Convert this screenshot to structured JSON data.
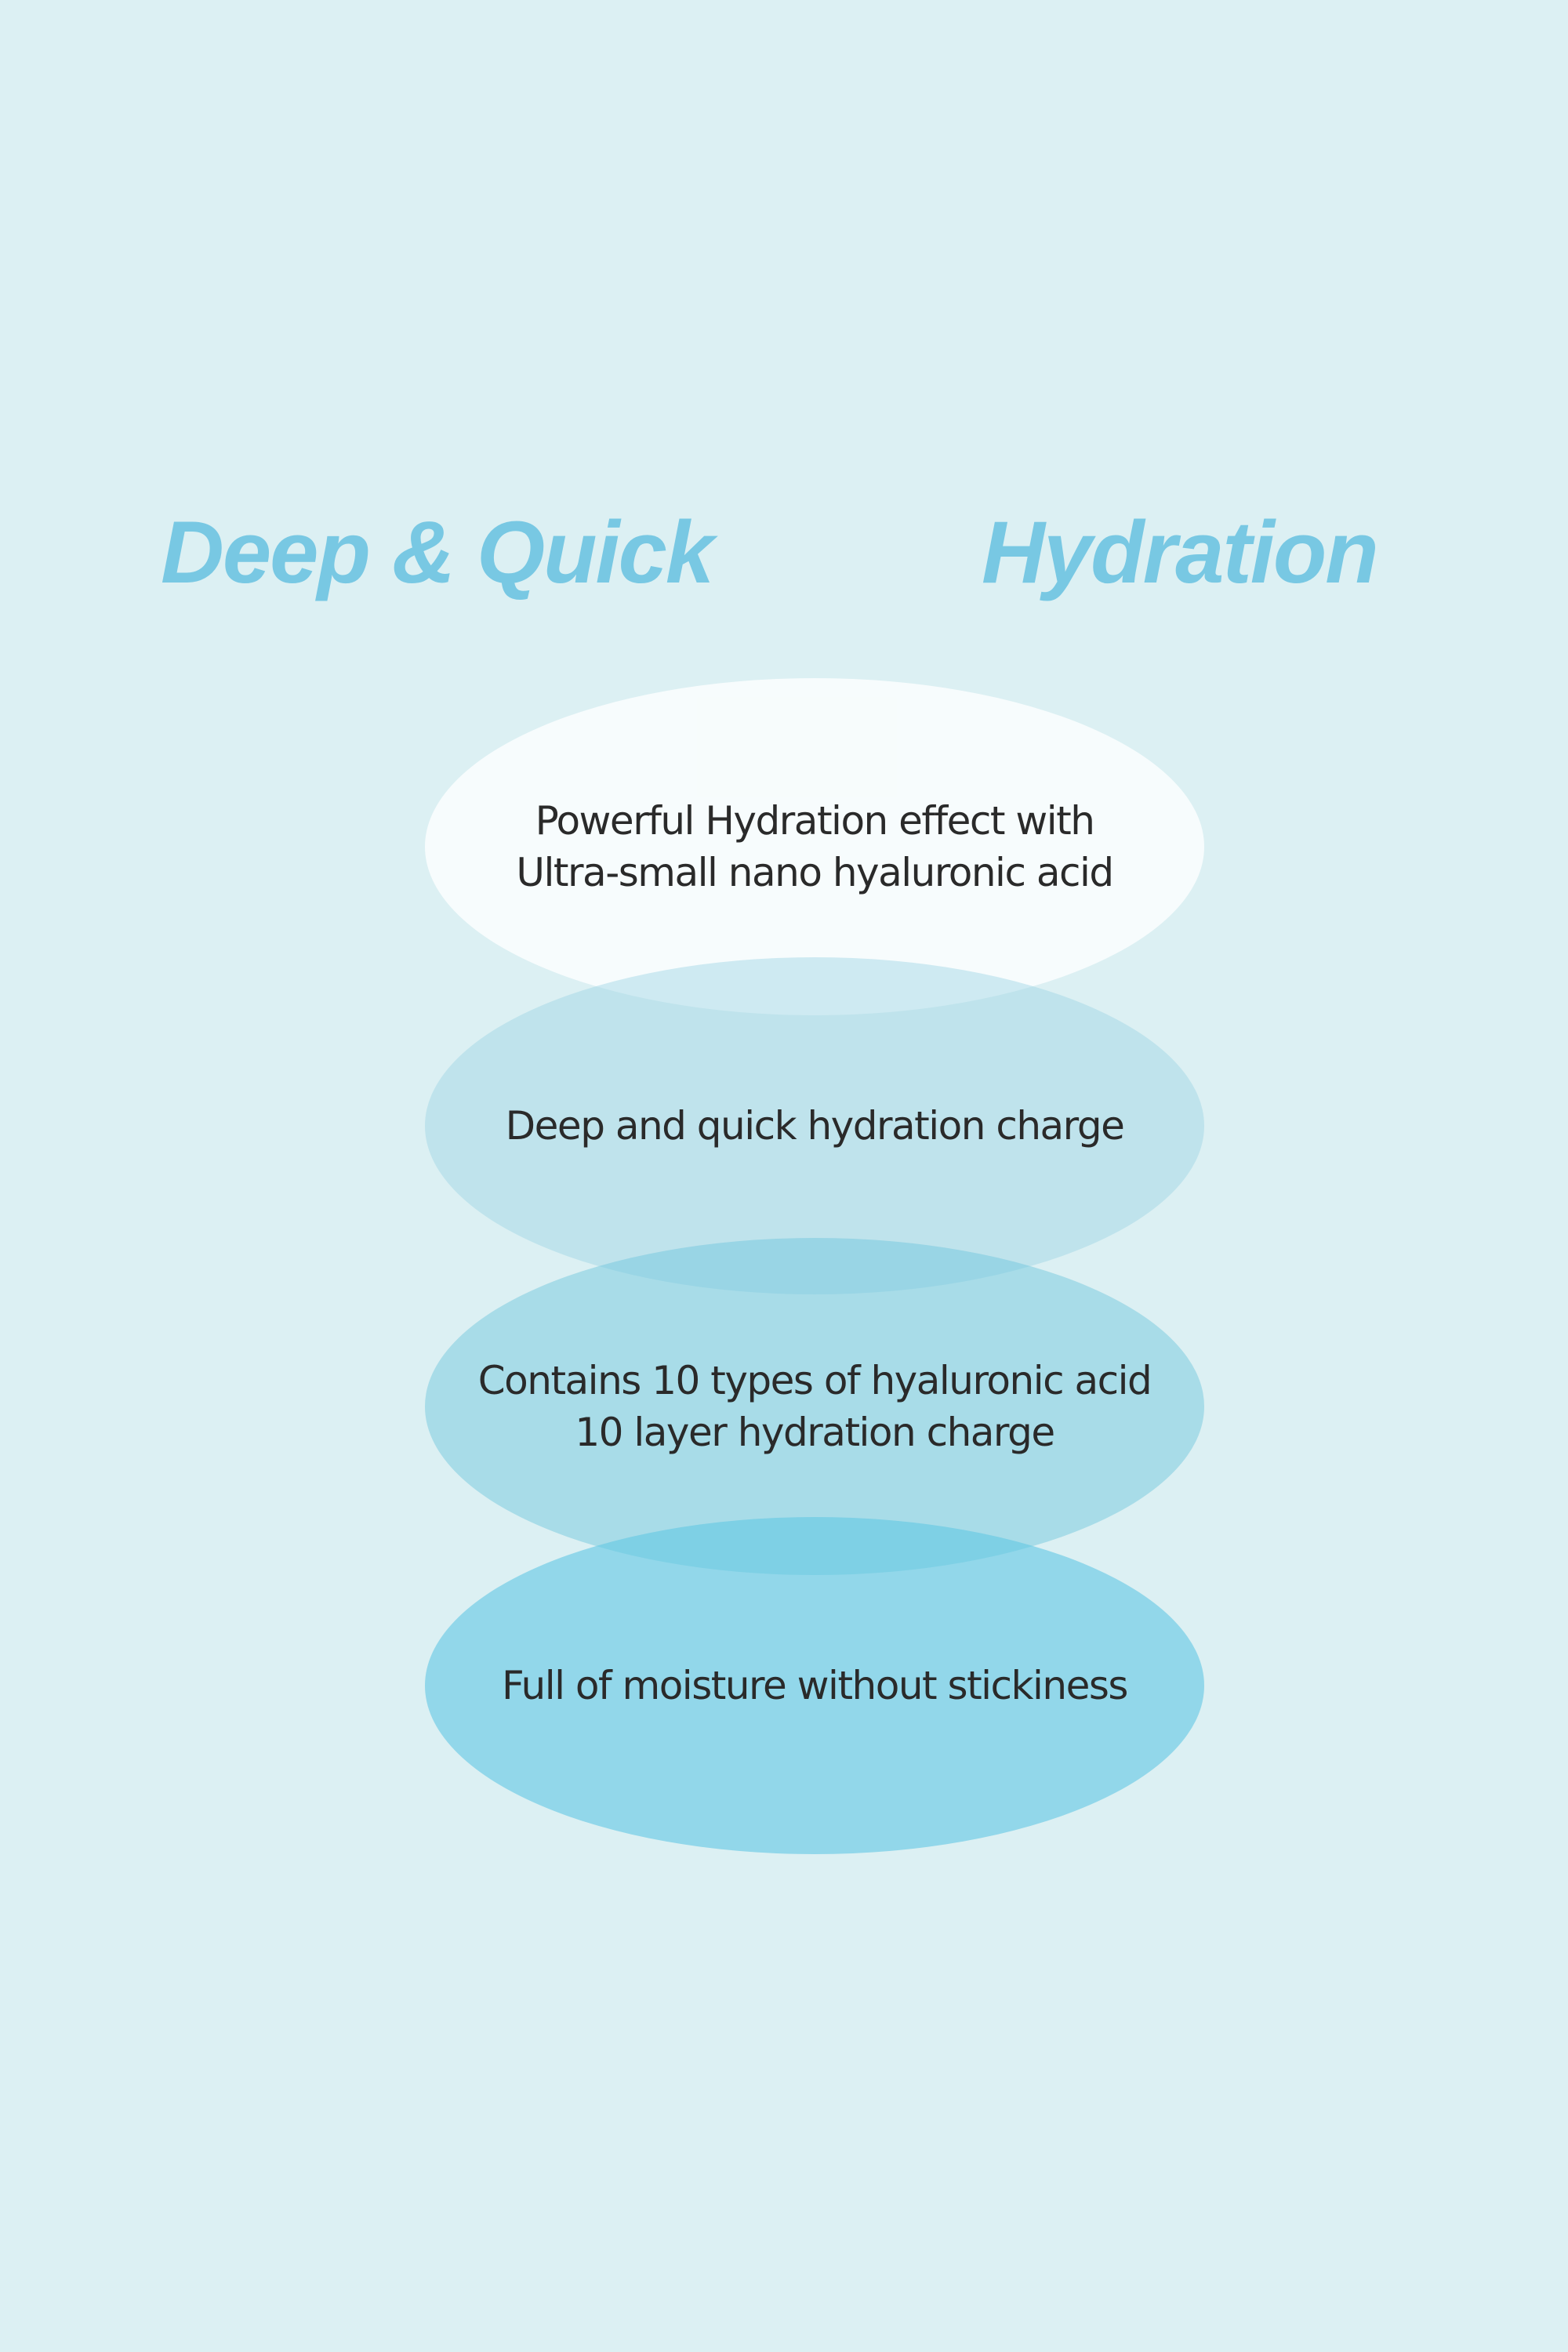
{
  "header": {
    "title_left": "Deep & Quick",
    "title_right": "Hydration"
  },
  "features": [
    {
      "lines": [
        "Powerful Hydration effect with",
        "Ultra-small nano hyaluronic acid"
      ]
    },
    {
      "lines": [
        "Deep and quick hydration charge"
      ]
    },
    {
      "lines": [
        "Contains 10 types of hyaluronic acid",
        "10 layer hydration charge"
      ]
    },
    {
      "lines": [
        "Full of moisture without stickiness"
      ]
    }
  ],
  "colors": {
    "background": "#dcf0f3",
    "accent": "#78c8e3",
    "text": "#2a2a2a"
  }
}
